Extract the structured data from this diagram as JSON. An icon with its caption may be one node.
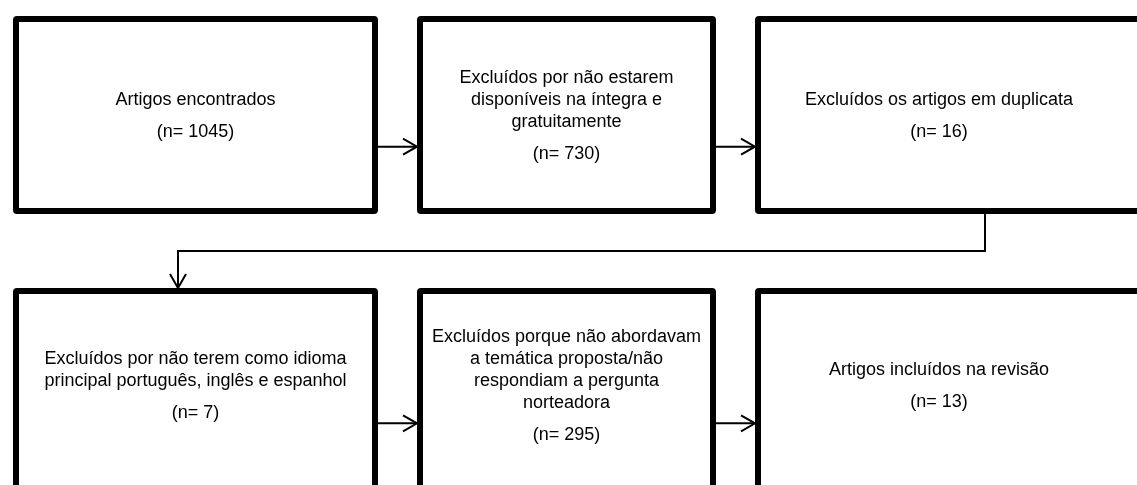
{
  "diagram": {
    "nodes": [
      {
        "text": [
          "Artigos encontrados",
          "(n= 1045)"
        ]
      },
      {
        "text": [
          "Excluídos por não estarem disponíveis na íntegra e gratuitamente",
          "(n= 730)"
        ]
      },
      {
        "text": [
          "Excluídos os artigos em duplicata",
          "(n= 16)"
        ]
      },
      {
        "text": [
          "Excluídos por não terem como idioma principal português, inglês e espanhol",
          "(n= 7)"
        ]
      },
      {
        "text": [
          "Excluídos porque não abordavam a temática proposta/não respondiam a pergunta norteadora",
          "(n= 295)"
        ]
      },
      {
        "text": [
          "Artigos incluídos na revisão",
          "(n=  13)"
        ]
      }
    ],
    "edges": [
      {
        "from": 0,
        "to": 1,
        "arrow": "to"
      },
      {
        "from": 1,
        "to": 2,
        "arrow": "to"
      },
      {
        "from": 2,
        "to": 3,
        "arrow": "to"
      },
      {
        "from": 3,
        "to": 4,
        "arrow": "to"
      },
      {
        "from": 4,
        "to": 5,
        "arrow": "to"
      }
    ]
  }
}
